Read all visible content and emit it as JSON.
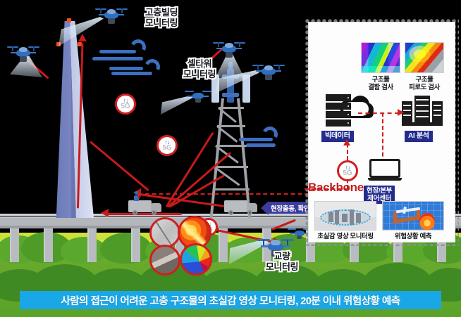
{
  "banner": {
    "text": "사람의 접근이 어려운 고층 구조물의 초실감 영상 모니터링, 20분 이내 위험상황 예측",
    "color": "#1aa7e8"
  },
  "scene": {
    "callouts": [
      {
        "name": "building-monitoring",
        "line1": "고층빌딩",
        "line2": "모니터링"
      },
      {
        "name": "cell-tower-monitoring",
        "line1": "셀타워",
        "line2": "모니터링"
      },
      {
        "name": "bridge-monitoring",
        "line1": "교량",
        "line2": "모니터링"
      }
    ],
    "badges": [
      {
        "name": "5g-badge-building",
        "arrows": "↑↓",
        "label": "5G"
      },
      {
        "name": "5g-badge-tower",
        "arrows": "↑↓",
        "label": "5G"
      },
      {
        "name": "5g-badge-bridge",
        "arrows": "↑↓",
        "label": "5G"
      }
    ],
    "dispatch_arrow": {
      "label": "현장출동, 확인/수리",
      "color": "#3c3c9e"
    },
    "ray_color": "#c81a1a"
  },
  "panel": {
    "backbone_label": "Backbone",
    "top_thumbs": [
      {
        "name": "structure-defect-inspection",
        "line1": "구조물",
        "line2": "결함 검사"
      },
      {
        "name": "structure-fatigue-inspection",
        "line1": "구조물",
        "line2": "피로도 검사"
      }
    ],
    "bigdata_label": "빅데이터",
    "ai_label": "AI 분석",
    "control_center": {
      "line1": "현장/본부",
      "line2": "제어센터"
    },
    "bottom_thumbs": [
      {
        "name": "ultra-realistic-video-monitoring",
        "caption": "초실감 영상 모니터링"
      },
      {
        "name": "risk-situation-prediction",
        "caption": "위험상황 예측"
      }
    ],
    "accent_color": "#232c8c",
    "flow_color": "#cf1f1f"
  }
}
